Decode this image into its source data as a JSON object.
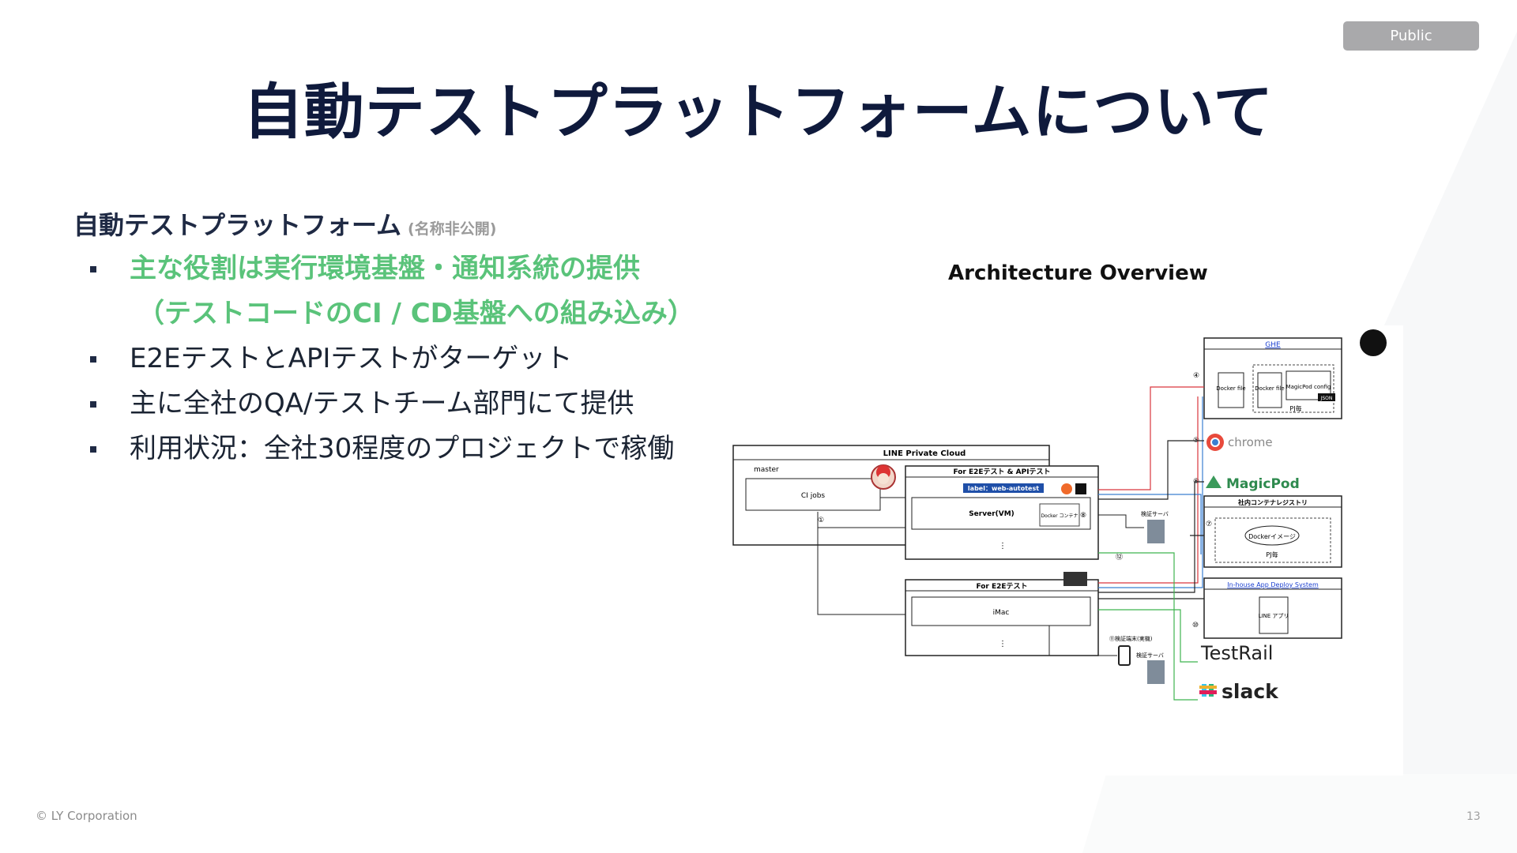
{
  "badge": "Public",
  "title": "自動テストプラットフォームについて",
  "section": {
    "heading": "自動テストプラットフォーム",
    "note": "(名称非公開)",
    "bullets": [
      {
        "text": "主な役割は実行環境基盤・通知系統の提供",
        "cont": "（テストコードのCI / CD基盤への組み込み）"
      },
      {
        "text": "E2EテストとAPIテストがターゲット"
      },
      {
        "text": "主に全社のQA/テストチーム部門にて提供"
      },
      {
        "text": "利用状況：全社30程度のプロジェクトで稼働"
      }
    ]
  },
  "diagram": {
    "title": "Architecture Overview",
    "line_cloud": "LINE Private Cloud",
    "master": "master",
    "ci_jobs": "CI jobs",
    "e2e_api": "For E2Eテスト & APIテスト",
    "label_tag": "label：web-autotest",
    "server_vm": "Server(VM)",
    "docker_container": "Docker コンテナ",
    "e2e_only": "For E2Eテスト",
    "imac": "iMac",
    "verify_server": "検証サーバ",
    "verify_device": "⑪検証端末(実機)",
    "ghe": "GHE",
    "docker_file": "Docker file",
    "magicpod_config": "MagicPod config",
    "json": "JSON",
    "pj_each": "PJ毎",
    "chrome": "chrome",
    "magicpod": "MagicPod",
    "registry": "社内コンテナレジストリ",
    "docker_image": "Dockerイメージ",
    "deploy_system": "In-house App Deploy System",
    "line_app": "LINE アプリ",
    "testrail": "TestRail",
    "slack": "slack",
    "markers": [
      "①",
      "④",
      "⑤",
      "⑥",
      "⑦",
      "⑧",
      "⑩",
      "⑫"
    ]
  },
  "footer": "© LY Corporation",
  "page": "13",
  "colors": {
    "title": "#0f1a3c",
    "green": "#5ac37a",
    "badge": "#a9a9ab",
    "red": "#d9363e",
    "blue": "#3b7fd1",
    "greenline": "#3fb34f"
  }
}
